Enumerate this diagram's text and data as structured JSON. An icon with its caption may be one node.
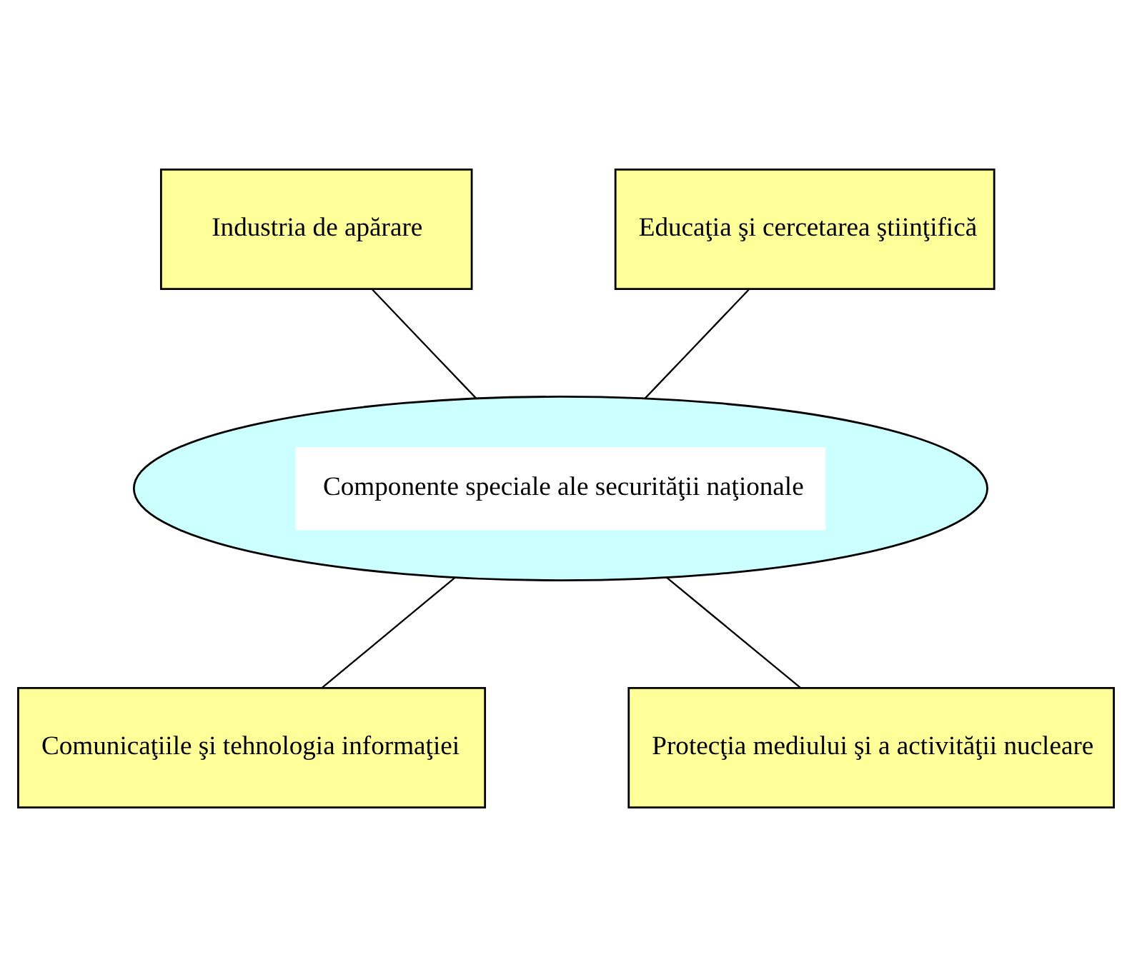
{
  "diagram": {
    "nodes": [
      {
        "text": [
          "Industria de apărare"
        ]
      },
      {
        "text": [
          "Educaţia şi cercetarea ştiinţifică"
        ]
      },
      {
        "text": [
          "Componente speciale ale securităţii naţionale"
        ]
      },
      {
        "text": [
          "Comunicaţiile şi tehnologia informaţiei"
        ]
      },
      {
        "text": [
          "Protecţia mediului şi a activităţii nucleare"
        ]
      }
    ],
    "edges": [
      {
        "from": 0,
        "to": 2,
        "arrow": "none"
      },
      {
        "from": 1,
        "to": 2,
        "arrow": "none"
      },
      {
        "from": 2,
        "to": 3,
        "arrow": "none"
      },
      {
        "from": 2,
        "to": 4,
        "arrow": "none"
      }
    ]
  }
}
